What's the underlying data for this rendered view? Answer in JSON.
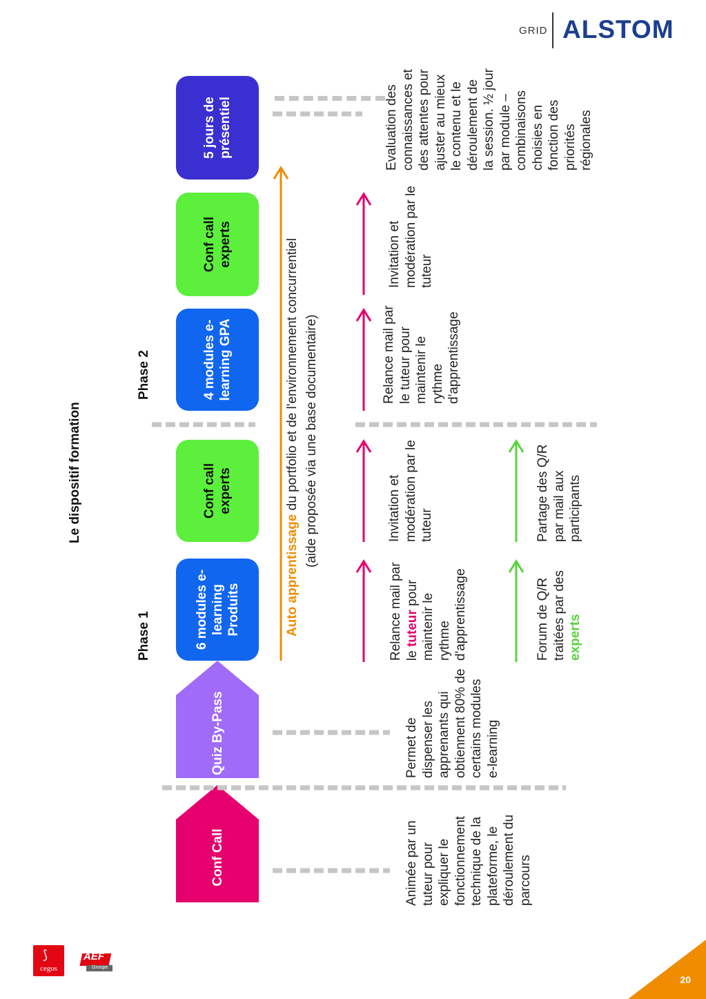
{
  "header": {
    "grid": "GRID",
    "brand": "ALSTOM"
  },
  "title": "Le dispositif formation",
  "phases": {
    "phase1": "Phase 1",
    "phase2": "Phase 2"
  },
  "boxes": {
    "conf_call": "Conf Call",
    "quiz": "Quiz By-Pass",
    "modules_produits": "6 modules e-learning Produits",
    "conf_call_experts_1": "Conf call experts",
    "modules_gpa": "4 modules e-learning GPA",
    "conf_call_experts_2": "Conf call experts",
    "presentiel": "5 jours de présentiel"
  },
  "auto": {
    "highlight": "Auto apprentissage",
    "rest": " du portfolio et de l'environnement  concurrentiel",
    "line2": "(aide proposée via une base documentaire)"
  },
  "descriptions": {
    "conf_call": "Animée par un tuteur pour expliquer le fonctionnement technique de la plateforme, le déroulement du parcours",
    "quiz": "Permet de dispenser les apprenants qui obtiennent 80% de certains modules e-learning",
    "relance_1_a": "Relance mail par le ",
    "relance_1_highlight": "tuteur",
    "relance_1_b": " pour maintenir le rythme d'apprentissage",
    "invitation_1": "Invitation et modération par le tuteur",
    "relance_2": "Relance mail par le tuteur pour maintenir le rythme d'apprentissage",
    "invitation_2": "Invitation et modération par le tuteur",
    "evaluation": "Evaluation des connaissances et des attentes pour ajuster au mieux le contenu et le déroulement de la session. ½ jour par module – combinaisons choisies en fonction des priorités régionales",
    "forum_a": "Forum de Q/R traitées par des ",
    "forum_highlight": "experts",
    "partage": "Partage des Q/R par mail aux participants"
  },
  "footer": {
    "page_number": "20",
    "cegos": "cegos",
    "aef": "AEF",
    "aef_sub": "Groupe"
  },
  "colors": {
    "pink": "#e5006d",
    "purple": "#9f6bf8",
    "blue": "#1166f0",
    "green": "#5cf03c",
    "dark_blue": "#3a2fd0",
    "orange": "#f08c00",
    "brand": "#1b3e8f"
  }
}
